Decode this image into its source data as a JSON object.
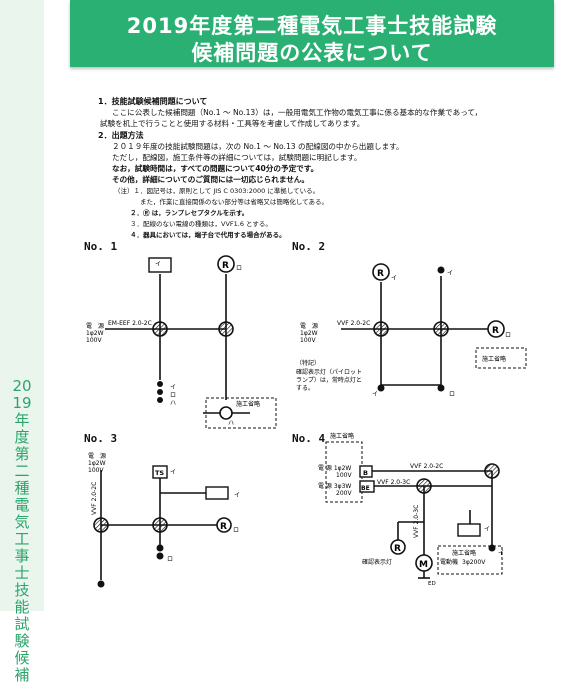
{
  "header": {
    "title_line1": "2019年度第二種電気工事士技能試験",
    "title_line2": "候補問題の公表について"
  },
  "sidebar": {
    "vertical_text": "2019年度第二種電気工事士技能試験候補"
  },
  "body": {
    "s1_heading": "1．技能試験候補問題について",
    "s1_line1": "ここに公表した候補問題（No.1 ～ No.13）は，一般用電気工作物の電気工事に係る基本的な作業であって，",
    "s1_line2": "試験を机上で行うことと使用する材料・工具等を考慮して作成してあります。",
    "s2_heading": "2．出題方法",
    "s2_line1": "２０１９年度の技能試験問題は，次の No.1 ～ No.13 の配線図の中から出題します。",
    "s2_line2": "ただし，配線図，施工条件等の詳細については，試験問題に明記します。",
    "s2_line3": "なお，試験時間は，すべての問題について40分の予定です。",
    "s2_line4": "その他，詳細についてのご質問には一切応じられません。",
    "note1": "（注）１．図記号は，原則として JIS C 0303:2000 に準拠している。",
    "note1b": "また，作業に直接関係のない部分等は省略又は簡略化してある。",
    "note2": "２．Ⓡ は，ランプレセプタクルを示す。",
    "note3": "３．配線のない電線の種類は，VVF1.6 とする。",
    "note4": "４．器具においては，端子台で代用する場合がある。"
  },
  "diagrams": {
    "no1": {
      "label": "No. 1",
      "source_label": "電　源",
      "source_spec1": "1φ2W",
      "source_spec2": "100V",
      "cable": "EM-EEF 2.0-2C",
      "omit": "施工省略",
      "r": "R",
      "marks": [
        "イ",
        "ロ",
        "ハ",
        "イ",
        "ロ",
        "ハ"
      ]
    },
    "no2": {
      "label": "No. 2",
      "source_label": "電　源",
      "source_spec1": "1φ2W",
      "source_spec2": "100V",
      "cable": "VVF 2.0-2C",
      "note_title": "（特記）",
      "note1": "確認表示灯（パイロット",
      "note2": "ランプ）は，常時点灯と",
      "note3": "する。",
      "omit": "施工省略",
      "r": "R",
      "marks": [
        "イ",
        "イ",
        "ロ",
        "イ",
        "ロ"
      ]
    },
    "no3": {
      "label": "No. 3",
      "source_label": "電　源",
      "source_spec1": "1φ2W",
      "source_spec2": "100V",
      "cable": "VVF 2.0-2C",
      "ts": "TS",
      "r": "R",
      "marks": [
        "イ",
        "イ",
        "ロ",
        "ロ"
      ]
    },
    "no4": {
      "label": "No. 4",
      "omit1": "施工省略",
      "src1": "電 源 1φ2W",
      "src1b": "100V",
      "src2": "電 源 3φ3W",
      "src2b": "200V",
      "b": "B",
      "be": "BE",
      "cable1": "VVF 2.0-2C",
      "cable2": "VVF 2.0-3C",
      "cable3": "VVF 2.0-3C",
      "pilot": "確認表示灯",
      "r": "R",
      "m": "M",
      "omit2": "施工省略",
      "motor": "電動機",
      "motor_spec": "3φ200V",
      "ed": "ED",
      "marks": [
        "イ",
        "イ"
      ]
    }
  }
}
